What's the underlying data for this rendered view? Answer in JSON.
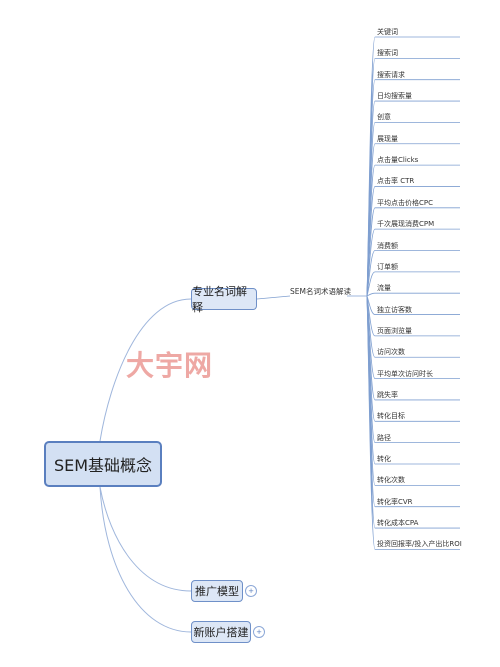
{
  "root": {
    "label": "SEM基础概念"
  },
  "branches": [
    {
      "label": "专业名词解释"
    },
    {
      "label": "推广模型",
      "badge": "+"
    },
    {
      "label": "新账户搭建",
      "badge": "+"
    }
  ],
  "sub": {
    "label": "SEM名词术语解读"
  },
  "leaves": [
    "关键词",
    "搜索词",
    "搜索请求",
    "日均搜索量",
    "创意",
    "展现量",
    "点击量Clicks",
    "点击率 CTR",
    "平均点击价格CPC",
    "千次展现消费CPM",
    "消费额",
    "订单额",
    "流量",
    "独立访客数",
    "页面浏览量",
    "访问次数",
    "平均单次访问时长",
    "跳失率",
    "转化目标",
    "路径",
    "转化",
    "转化次数",
    "转化率CVR",
    "转化成本CPA",
    "投资回报率/投入产出比ROI"
  ],
  "watermark": {
    "text": "大宇网"
  },
  "colors": {
    "edge": "#9fb6dc",
    "node_fill": "#dde7f6",
    "node_border": "#6f90c8",
    "watermark": "#e0605a"
  }
}
